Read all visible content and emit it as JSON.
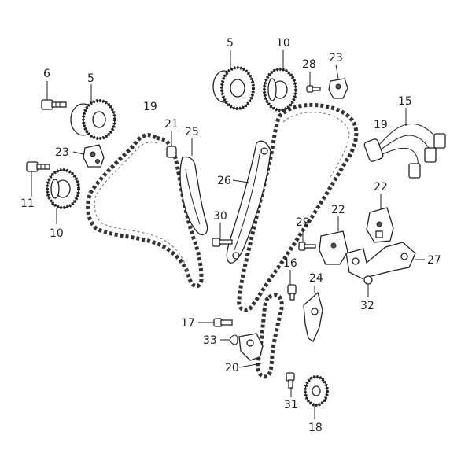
{
  "diagram": {
    "callouts": [
      {
        "id": "6",
        "label": "6"
      },
      {
        "id": "5a",
        "label": "5"
      },
      {
        "id": "5b",
        "label": "5"
      },
      {
        "id": "10a",
        "label": "10"
      },
      {
        "id": "10b",
        "label": "10"
      },
      {
        "id": "28",
        "label": "28"
      },
      {
        "id": "23a",
        "label": "23"
      },
      {
        "id": "23b",
        "label": "23"
      },
      {
        "id": "19a",
        "label": "19"
      },
      {
        "id": "19b",
        "label": "19"
      },
      {
        "id": "21",
        "label": "21"
      },
      {
        "id": "25",
        "label": "25"
      },
      {
        "id": "15",
        "label": "15"
      },
      {
        "id": "11",
        "label": "11"
      },
      {
        "id": "26",
        "label": "26"
      },
      {
        "id": "22a",
        "label": "22"
      },
      {
        "id": "22b",
        "label": "22"
      },
      {
        "id": "30",
        "label": "30"
      },
      {
        "id": "29",
        "label": "29"
      },
      {
        "id": "27",
        "label": "27"
      },
      {
        "id": "16",
        "label": "16"
      },
      {
        "id": "24",
        "label": "24"
      },
      {
        "id": "32",
        "label": "32"
      },
      {
        "id": "17",
        "label": "17"
      },
      {
        "id": "33",
        "label": "33"
      },
      {
        "id": "20",
        "label": "20"
      },
      {
        "id": "31",
        "label": "31"
      },
      {
        "id": "18",
        "label": "18"
      }
    ]
  }
}
